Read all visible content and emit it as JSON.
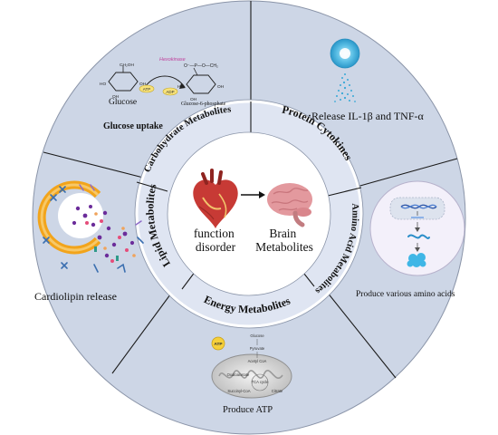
{
  "colors": {
    "outer_fill": "#cdd6e6",
    "outer_border": "#8a94a8",
    "ring_fill": "#dfe5f2",
    "inner_fill": "#ffffff",
    "divider": "#1b1b1b",
    "heart_red": "#c73a35",
    "brain_pink": "#e3999e",
    "cell_cyan": "#36a8d6",
    "lipid_orange": "#f2a41b",
    "amino_panel": "#f1eff8"
  },
  "center": {
    "left_label": "function\ndisorder",
    "right_label": "Brain\nMetabolites"
  },
  "ring_labels": {
    "carbohydrate": "Carbohydrate Metabolites",
    "protein": "Protein Cytokines",
    "amino": "Amino Acid Metabolites",
    "energy": "Energy Metabolites",
    "lipid": "Lipid Metabolites"
  },
  "sectors": {
    "glucose": {
      "caption": "Glucose uptake",
      "glucose_label": "Glucose",
      "g6p_label": "Glucose-6-phosphate",
      "enzyme_label": "Hexokinase",
      "atp": "ATP",
      "adp": "ADP",
      "formula_top": "CH₂OH",
      "phosphate_text": "O⁻—P—O—CH₂"
    },
    "protein": {
      "caption": "Release IL-1β and TNF-α"
    },
    "amino": {
      "caption": "Produce various amino acids"
    },
    "energy": {
      "caption": "Produce ATP",
      "atp_badge": "ATP",
      "pathway": [
        "Glucose",
        "Pyruvate",
        "Acetyl CoA",
        "TCA cycle",
        "Oxaloacetate",
        "Succinyl-CoA",
        "Citrate"
      ]
    },
    "lipid": {
      "caption": "Cardiolipin release"
    }
  },
  "icons": [
    "heart-icon",
    "brain-icon",
    "cell-icon",
    "mitochondrion-icon",
    "dna-icon",
    "protein-icon",
    "membrane-vesicle-icon",
    "glucose-ring-icon"
  ]
}
